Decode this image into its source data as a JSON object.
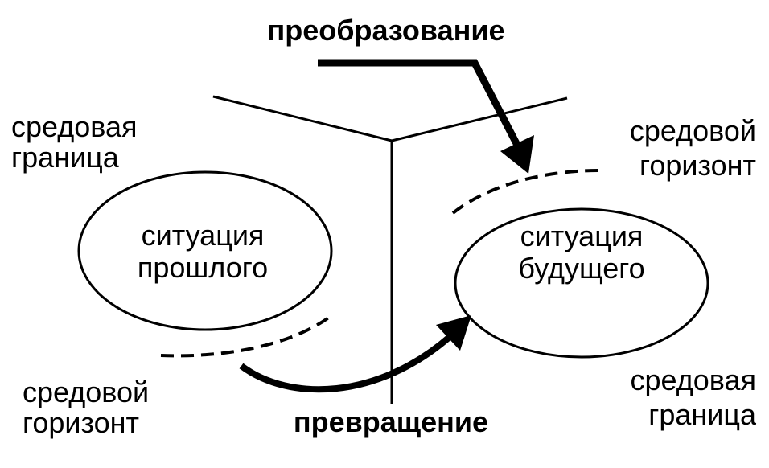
{
  "title_top": "преобразование",
  "title_bottom": "превращение",
  "left": {
    "environment_boundary": [
      "средовая",
      "граница"
    ],
    "situation": [
      "ситуация",
      "прошлого"
    ],
    "environment_horizon": [
      "средовой",
      "горизонт"
    ]
  },
  "right": {
    "environment_horizon": [
      "средовой",
      "горизонт"
    ],
    "situation": [
      "ситуация",
      "будущего"
    ],
    "environment_boundary": [
      "средовая",
      "граница"
    ]
  },
  "colors": {
    "ink": "#000000",
    "background": "#ffffff"
  }
}
